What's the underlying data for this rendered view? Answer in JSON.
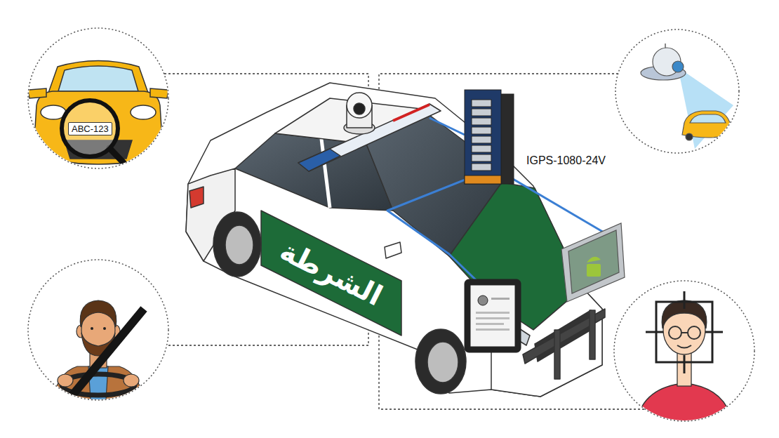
{
  "diagram": {
    "nodes": [
      {
        "text": [
          "ABC-123"
        ]
      }
    ],
    "labels": [
      "IGPS-1080-24V",
      "الشرطة"
    ]
  }
}
